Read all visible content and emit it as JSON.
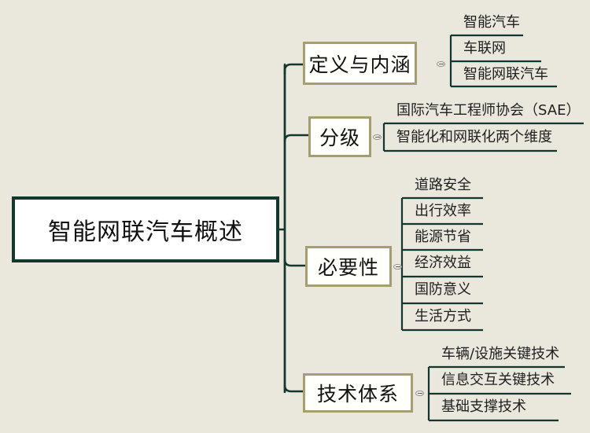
{
  "diagram": {
    "type": "mindmap",
    "background_color": "#eae7dc",
    "root": {
      "label": "智能网联汽车概述",
      "border_color": "#13372f",
      "fill_color": "#ffffff"
    },
    "branch_border_color": "#a79d72",
    "connector_color": "#13372f",
    "branches": [
      {
        "label": "定义与内涵",
        "leaves": [
          "智能汽车",
          "车联网",
          "智能网联汽车"
        ]
      },
      {
        "label": "分级",
        "leaves": [
          "国际汽车工程师协会（SAE）",
          "智能化和网联化两个维度"
        ]
      },
      {
        "label": "必要性",
        "leaves": [
          "道路安全",
          "出行效率",
          "能源节省",
          "经济效益",
          "国防意义",
          "生活方式"
        ]
      },
      {
        "label": "技术体系",
        "leaves": [
          "车辆/设施关键技术",
          "信息交互关键技术",
          "基础支撑技术"
        ]
      }
    ]
  }
}
